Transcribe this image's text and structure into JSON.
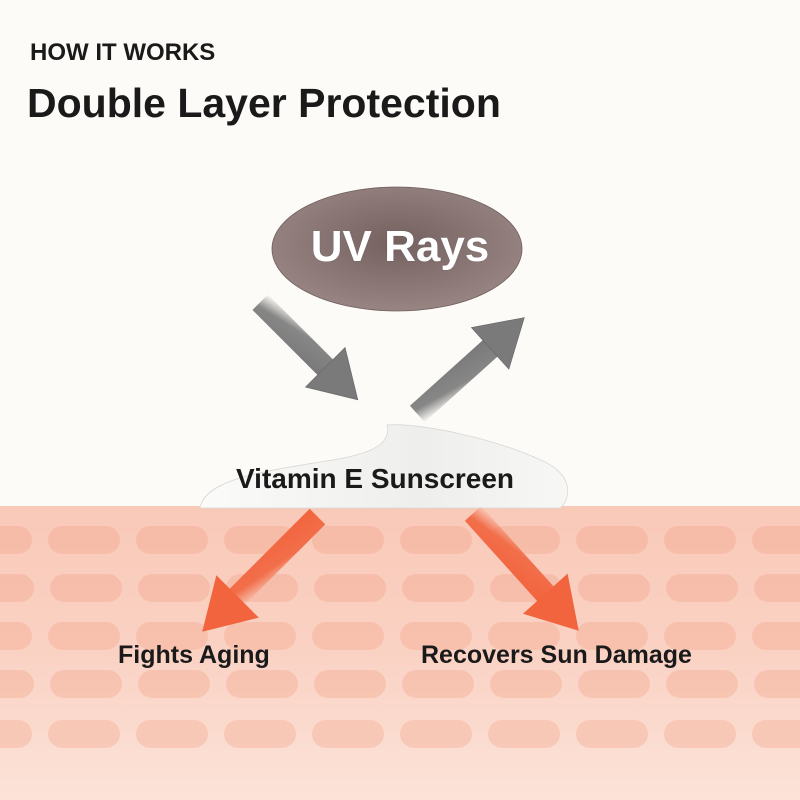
{
  "header": {
    "eyebrow": "HOW IT WORKS",
    "title": "Double Layer Protection"
  },
  "diagram": {
    "source": {
      "label": "UV Rays",
      "shape": "ellipse",
      "color": "#8f7b79"
    },
    "arrows": [
      {
        "id": "uv-incoming",
        "direction": "down-right",
        "color": "#7a7a7a"
      },
      {
        "id": "uv-reflected",
        "direction": "up-right",
        "color": "#7a7a7a"
      },
      {
        "id": "to-fights-aging",
        "direction": "down-left",
        "color": "#f26a45"
      },
      {
        "id": "to-recovers-damage",
        "direction": "down-right",
        "color": "#f26a45"
      }
    ],
    "barrier": {
      "label": "Vitamin E Sunscreen",
      "shape": "cream-dollop",
      "color": "#f2f2f0"
    },
    "skin_layer": {
      "color": "#f9c9b8",
      "pattern": "rounded-cells"
    },
    "benefits": [
      {
        "label": "Fights Aging"
      },
      {
        "label": "Recovers Sun Damage"
      }
    ]
  },
  "colors": {
    "background": "#fcfbf7",
    "text": "#1a1a1a",
    "accent_arrow": "#f26a45",
    "uv_ellipse": "#8f7b79",
    "skin": "#f9c9b8"
  }
}
